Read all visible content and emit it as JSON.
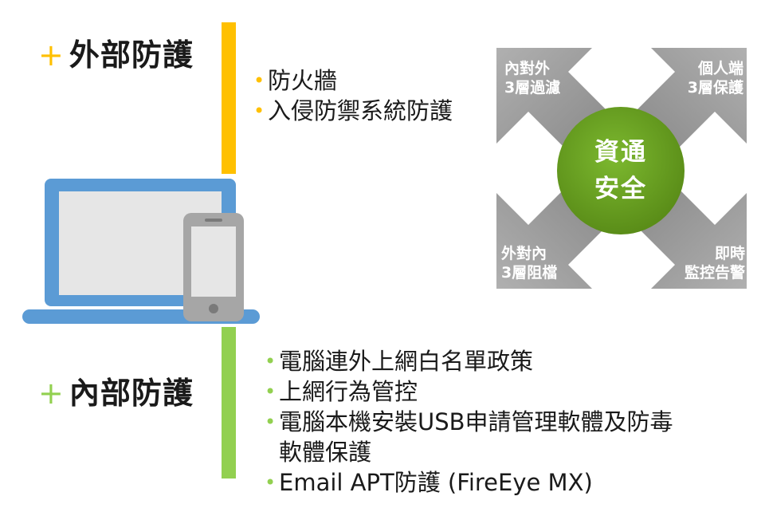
{
  "external": {
    "plus": "+",
    "title": "外部防護",
    "items": [
      "防火牆",
      "入侵防禦系統防護"
    ]
  },
  "internal": {
    "plus": "+",
    "title": "內部防護",
    "items": [
      "電腦連外上網白名單政策",
      "上網行為管控",
      "電腦本機安裝USB申請管理軟體及防毒",
      "軟體保護",
      "Email APT防護 (FireEye MX)"
    ]
  },
  "diagram": {
    "center": [
      "資通",
      "安全"
    ],
    "top_left": [
      "內對外",
      "3層過濾"
    ],
    "top_right": [
      "個人端",
      "3層保護"
    ],
    "bottom_left": [
      "外對內",
      "3層阻檔"
    ],
    "bottom_right": [
      "即時",
      "監控告警"
    ]
  },
  "colors": {
    "yellow": "#FFC000",
    "green": "#92D050",
    "laptop_blue": "#5B9BD5",
    "circle_green": "#6AA01E",
    "gray": "#A6A6A6"
  },
  "icons": [
    "laptop-icon",
    "smartphone-icon"
  ]
}
